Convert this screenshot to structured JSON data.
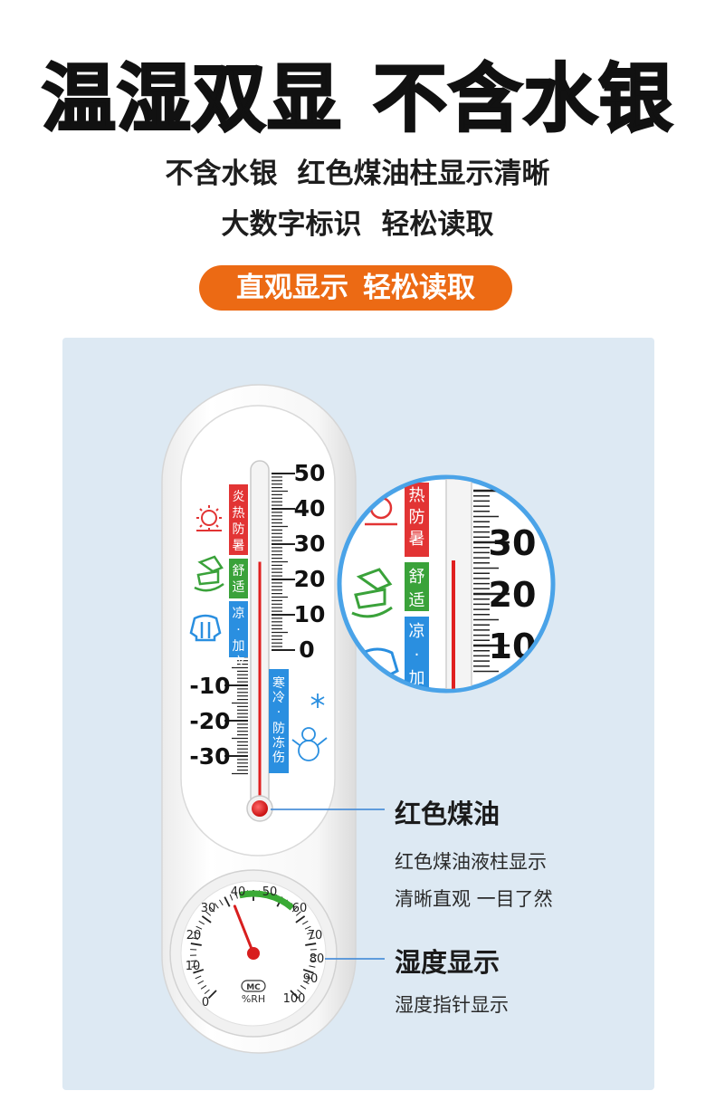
{
  "headline": {
    "part1": "温湿双显",
    "part2": "不含水银"
  },
  "sub_line1": {
    "part1": "不含水银",
    "part2": "红色煤油柱显示清晰"
  },
  "sub_line2": {
    "part1": "大数字标识",
    "part2": "轻松读取"
  },
  "pill": {
    "part1": "直观显示",
    "part2": "轻松读取"
  },
  "thermometer": {
    "right_scale_labels": [
      "50",
      "40",
      "30",
      "20",
      "10",
      "0"
    ],
    "left_scale_labels": [
      "-10",
      "-20",
      "-30"
    ],
    "zones": {
      "hot": "炎热防暑",
      "comfort": "舒适",
      "cool": "凉·加衣",
      "cold_top": "寒冷·",
      "cold_bottom": "防冻伤"
    },
    "liquid_color": "#e02020",
    "reading_c": 25
  },
  "hygrometer": {
    "dial_labels": [
      "0",
      "10",
      "20",
      "30",
      "40",
      "50",
      "60",
      "70",
      "80",
      "90",
      "100"
    ],
    "brand": "MC",
    "unit": "%RH",
    "reading_rh": 42,
    "comfort_band_color": "#3aaa35"
  },
  "zoom": {
    "labels": [
      "30",
      "20",
      "10"
    ],
    "zone_hot": "热防暑",
    "zone_comfort": "舒适",
    "zone_cool": "凉·加衣"
  },
  "callouts": {
    "kerosene_title": "红色煤油",
    "kerosene_line1": "红色煤油液柱显示",
    "kerosene_line2": "清晰直观 一目了然",
    "humidity_title": "湿度显示",
    "humidity_line1": "湿度指针显示"
  },
  "colors": {
    "orange": "#ec6a14",
    "panel_bg": "#dde9f3",
    "zone_hot": "#e23434",
    "zone_comfort": "#3aa23a",
    "zone_cool": "#2a8fe0",
    "zone_cold": "#2a8fe0",
    "callout_line": "#4d90d8"
  }
}
